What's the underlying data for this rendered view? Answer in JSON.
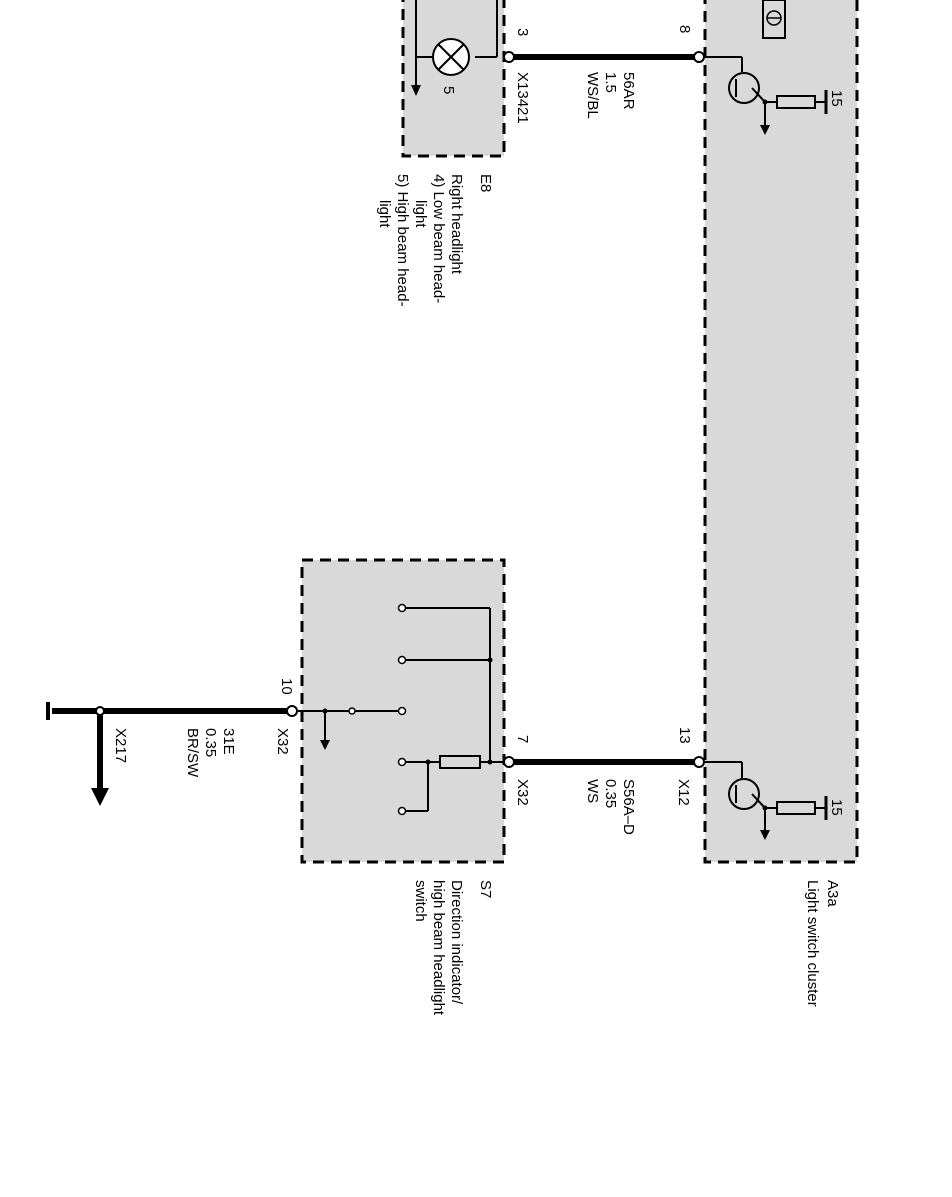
{
  "components": {
    "a3a": {
      "id": "A3a",
      "description": "Light switch cluster"
    },
    "e8": {
      "id": "E8",
      "description": "Right headlight",
      "sub4": "4) Low beam head-",
      "sub4b": "light",
      "sub5": "5) High beam head-",
      "sub5b": "light",
      "lamp_pin": "5"
    },
    "s7": {
      "id": "S7",
      "line1": "Direction indicator/",
      "line2": "high beam headlight",
      "line3": "switch"
    }
  },
  "wires": {
    "top": {
      "code": "56AR",
      "gauge": "1.5",
      "color": "WS/BL",
      "connector": "X13421",
      "pin_left": "3",
      "pin_right": "8"
    },
    "mid": {
      "code": "S56A–D",
      "gauge": "0.35",
      "color": "WS",
      "connector_left": "X32",
      "connector_right": "X12",
      "pin_left": "7",
      "pin_right": "13"
    },
    "ground": {
      "code": "31E",
      "gauge": "0.35",
      "color": "BR/SW",
      "connector": "X32",
      "pin": "10",
      "splice": "X217"
    }
  },
  "terminals": {
    "t15_top": "15",
    "t15_bottom": "15"
  }
}
